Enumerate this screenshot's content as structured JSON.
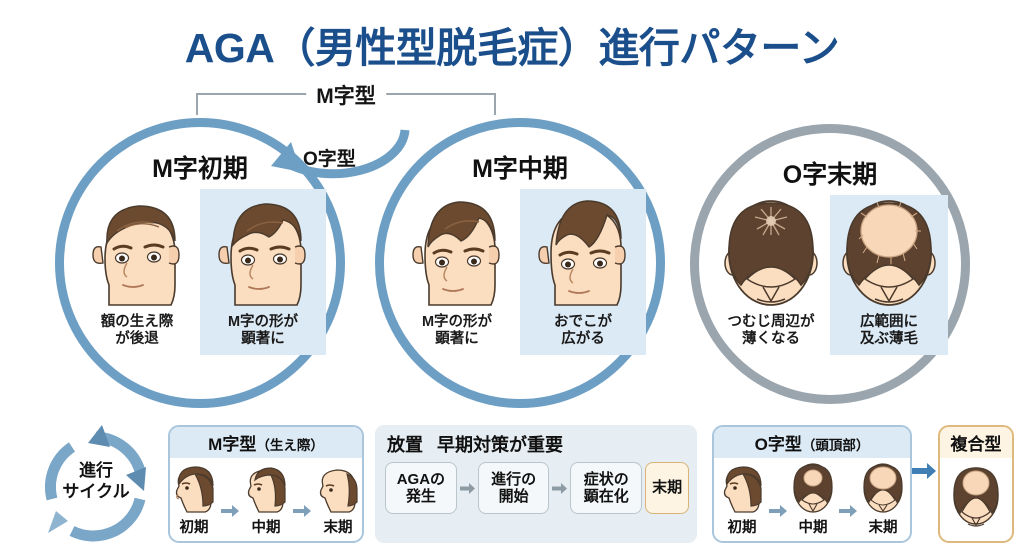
{
  "title": "AGA（男性型脱毛症）進行パターン",
  "bracket": {
    "label": "M字型"
  },
  "transition_arrow": {
    "label": "O字型"
  },
  "circles": [
    {
      "title": "M字初期",
      "ring_color": "#6d9fc5",
      "panels": [
        {
          "caption": "額の生え際\nが後退",
          "tinted": false,
          "art": "face-3q-stage1"
        },
        {
          "caption": "M字の形が\n顕著に",
          "tinted": true,
          "art": "face-3q-stage2"
        }
      ]
    },
    {
      "title": "M字中期",
      "ring_color": "#6d9fc5",
      "panels": [
        {
          "caption": "M字の形が\n顕著に",
          "tinted": false,
          "art": "face-3q-stage3"
        },
        {
          "caption": "おでこが\n広がる",
          "tinted": true,
          "art": "face-3q-stage4"
        }
      ]
    },
    {
      "title": "O字末期",
      "ring_color": "#9aa5ad",
      "panels": [
        {
          "caption": "つむじ周辺が\n薄くなる",
          "tinted": false,
          "art": "head-top-stage1"
        },
        {
          "caption": "広範囲に\n及ぶ薄毛",
          "tinted": true,
          "art": "head-top-stage2"
        }
      ]
    }
  ],
  "bottom": {
    "cycle": {
      "label": "進行\nサイクル"
    },
    "m_card": {
      "head_main": "M字型",
      "head_sub": "（生え際）",
      "stages": [
        {
          "label": "初期",
          "art": "profile-m1"
        },
        {
          "label": "中期",
          "art": "profile-m2"
        },
        {
          "label": "末期",
          "art": "profile-m3"
        }
      ]
    },
    "neglect": {
      "heading_left": "放置",
      "heading_right": "早期対策が重要",
      "steps": [
        {
          "label": "AGAの\n発生"
        },
        {
          "label": "進行の\n開始"
        },
        {
          "label": "症状の\n顕在化"
        }
      ],
      "terminal": {
        "label": "末期"
      }
    },
    "o_card": {
      "head_main": "O字型",
      "head_sub": "（頭頂部）",
      "stages": [
        {
          "label": "初期",
          "art": "profile-o1"
        },
        {
          "label": "中期",
          "art": "head-top-o2"
        },
        {
          "label": "末期",
          "art": "head-top-o3"
        }
      ]
    },
    "compound_card": {
      "head_main": "複合型",
      "art": "head-top-compound"
    }
  },
  "colors": {
    "title": "#1b4f8c",
    "ring_blue": "#6d9fc5",
    "ring_gray": "#9aa5ad",
    "panel_tint": "#dceaf5",
    "accent_orange": "#ddb97e",
    "neglect_bg": "#e7eef3"
  }
}
